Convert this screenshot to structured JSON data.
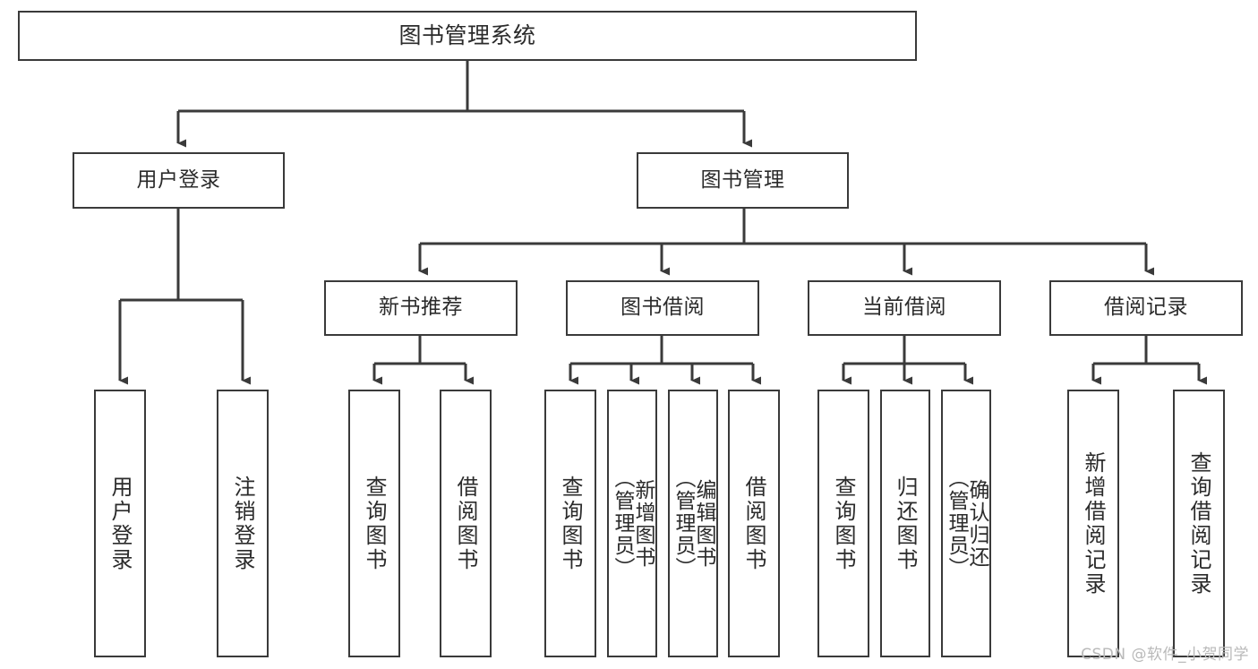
{
  "diagram": {
    "title": "图书管理系统",
    "type": "tree",
    "orientation": "top-down",
    "colors": {
      "box_border": "#3a3a3a",
      "box_fill": "#ffffff",
      "connector": "#3a3a3a",
      "text": "#2b2b2b",
      "background": "#ffffff",
      "watermark": "#b9b9b9"
    },
    "levels": {
      "root": {
        "label": "图书管理系统"
      },
      "level2": [
        {
          "label": "用户登录"
        },
        {
          "label": "图书管理"
        }
      ],
      "level3": [
        {
          "label": "新书推荐"
        },
        {
          "label": "图书借阅"
        },
        {
          "label": "当前借阅"
        },
        {
          "label": "借阅记录"
        }
      ],
      "leaves": {
        "user_login": [
          {
            "label": "用户登录"
          },
          {
            "label": "注销登录"
          }
        ],
        "new_book_recommend": [
          {
            "label": "查询图书"
          },
          {
            "label": "借阅图书"
          }
        ],
        "book_borrow": [
          {
            "label": "查询图书"
          },
          {
            "label": "新增图书\n（管理员）"
          },
          {
            "label": "编辑图书\n（管理员）"
          },
          {
            "label": "借阅图书"
          }
        ],
        "current_borrow": [
          {
            "label": "查询图书"
          },
          {
            "label": "归还图书"
          },
          {
            "label": "确认归还\n（管理员）"
          }
        ],
        "borrow_record": [
          {
            "label": "新增借阅记录"
          },
          {
            "label": "查询借阅记录"
          }
        ]
      }
    }
  },
  "watermark": {
    "text": "CSDN @软件_小贺同学"
  }
}
